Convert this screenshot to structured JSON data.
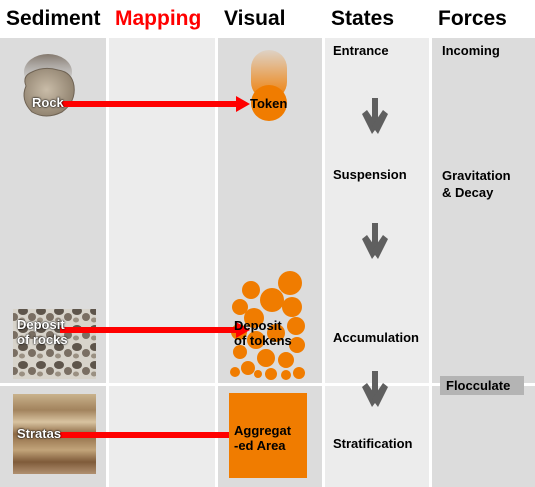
{
  "columns": {
    "sediment": "Sediment",
    "mapping": "Mapping",
    "visual": "Visual",
    "states": "States",
    "forces": "Forces"
  },
  "sediment": {
    "rock": "Rock",
    "deposit": "Deposit\nof rocks",
    "stratas": "Stratas"
  },
  "visual": {
    "token": "Token",
    "deposit": "Deposit\nof tokens",
    "aggregated": "Aggregat\n-ed Area"
  },
  "states": {
    "entrance": "Entrance",
    "suspension": "Suspension",
    "accumulation": "Accumulation",
    "stratification": "Stratification"
  },
  "forces": {
    "incoming": "Incoming",
    "gravitation": "Gravitation\n& Decay",
    "flocculate": "Flocculate"
  },
  "colors": {
    "accent": "#f07c00",
    "mapping": "#ff0000",
    "arrow": "#5f5f5f"
  },
  "icons": [
    "rock-image",
    "pebbles-image",
    "strata-image",
    "down-arrow-icon",
    "mapping-arrow-icon"
  ]
}
